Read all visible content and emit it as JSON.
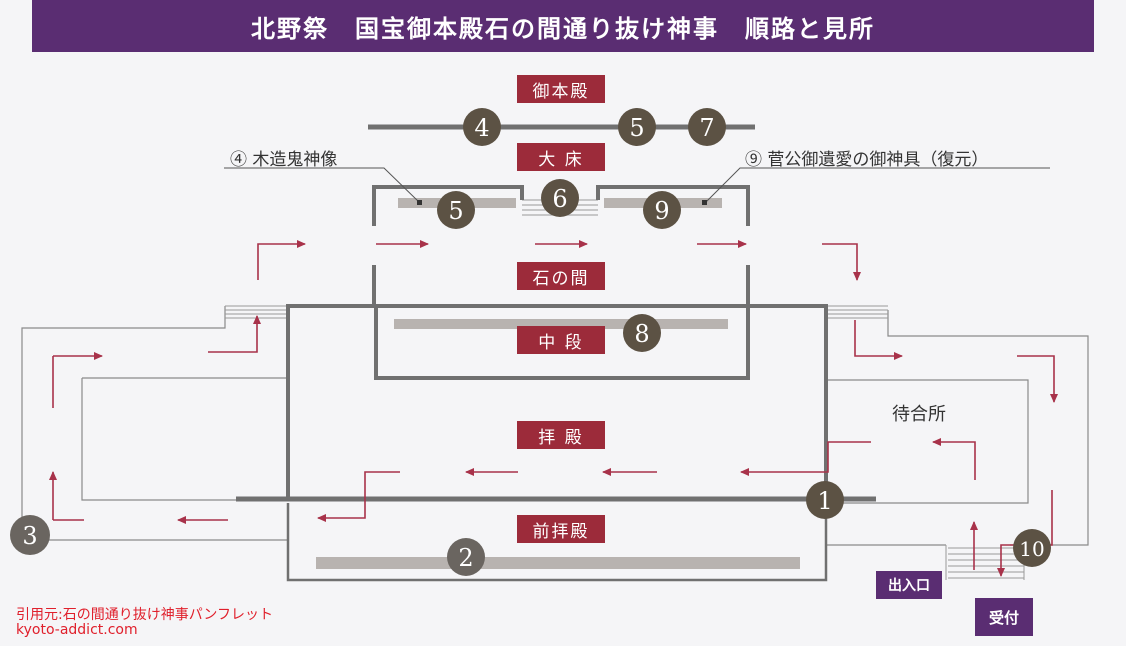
{
  "header": {
    "title": "北野祭　国宝御本殿石の間通り抜け神事　順路と見所"
  },
  "labels": {
    "gohonden": "御本殿",
    "daiyuka": "大 床",
    "ishinoma": "石の間",
    "chudan": "中 段",
    "haiden": "拝 殿",
    "maehaiden": "前拝殿",
    "machiaisho": "待合所",
    "deiriguchi": "出入口",
    "uketsuke": "受付"
  },
  "callouts": {
    "left": {
      "number": "④",
      "text": "木造鬼神像"
    },
    "right": {
      "number": "⑨",
      "text": "菅公御遺愛の御神具（復元）"
    }
  },
  "markers": [
    "1",
    "2",
    "3",
    "4",
    "5",
    "5",
    "6",
    "7",
    "8",
    "9",
    "10"
  ],
  "credit": {
    "line1": "引用元:石の間通り抜け神事パンフレット",
    "line2": "kyoto-addict.com"
  },
  "colors": {
    "header_bg": "#5a2d72",
    "label_bg": "#9c2b3a",
    "marker_bg": "#5c5244",
    "arrow": "#a8324a",
    "structure": "#707070",
    "credit": "#e0202c"
  }
}
